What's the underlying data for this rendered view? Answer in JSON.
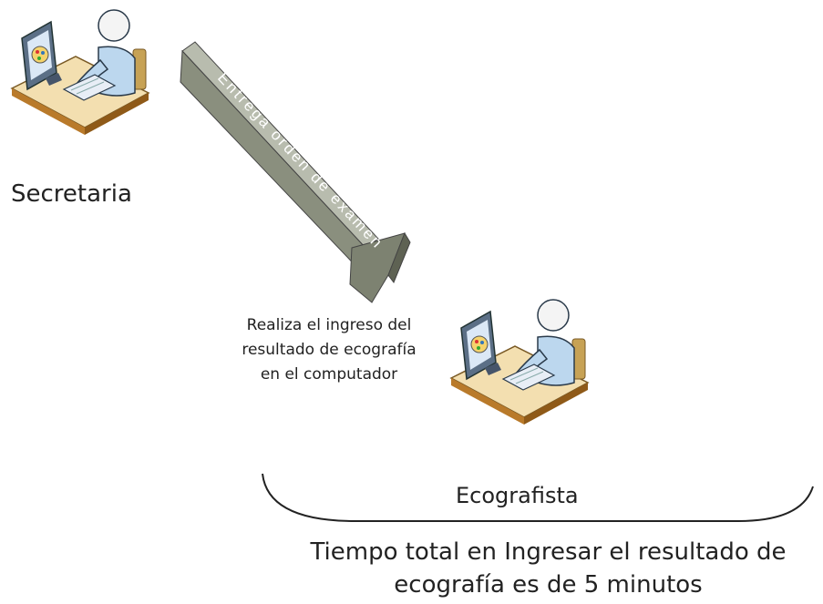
{
  "actors": [
    {
      "label": "Secretaria",
      "icon": "person-at-computer-icon"
    },
    {
      "label": "Ecografista",
      "icon": "person-at-computer-icon"
    }
  ],
  "flow": {
    "arrow_label": "Entrega orden de examen",
    "arrow_color": "#8a8f7e"
  },
  "task_note": {
    "lines": [
      "Realiza el ingreso del",
      "resultado de ecografía",
      "en el computador"
    ]
  },
  "summary": {
    "lines": [
      "Tiempo total en Ingresar el resultado de",
      "ecografía es de 5 minutos"
    ]
  },
  "colors": {
    "desk_top": "#f3dfb0",
    "desk_side": "#b97a2a",
    "person": "#bcd7ee",
    "monitor_frame": "#5b6f86",
    "screen": "#dbe8f6"
  }
}
